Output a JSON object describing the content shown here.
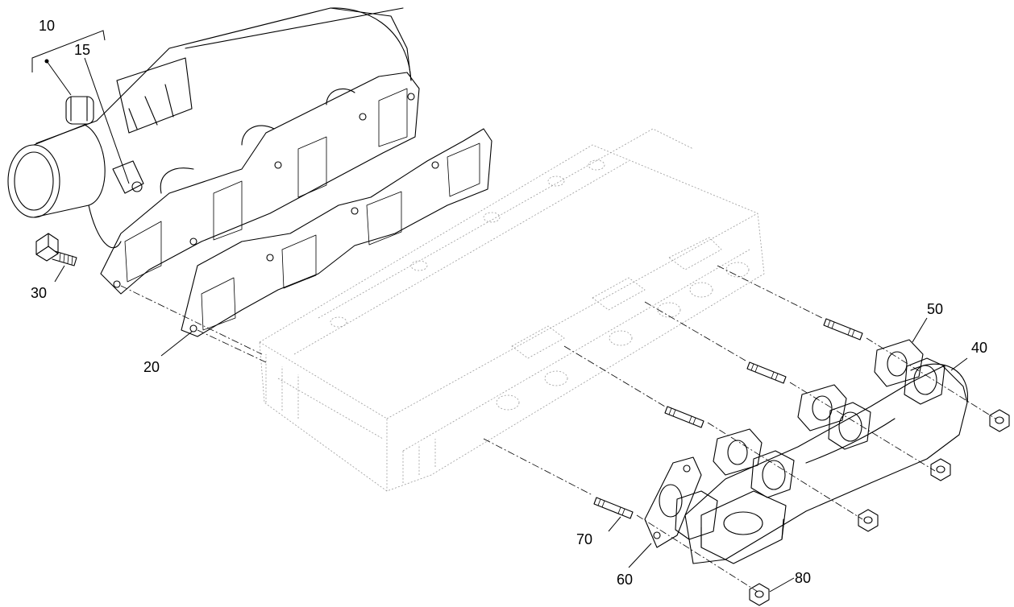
{
  "callouts": [
    {
      "id": "10",
      "label": "10"
    },
    {
      "id": "15",
      "label": "15"
    },
    {
      "id": "20",
      "label": "20"
    },
    {
      "id": "30",
      "label": "30"
    },
    {
      "id": "40",
      "label": "40"
    },
    {
      "id": "50",
      "label": "50"
    },
    {
      "id": "60",
      "label": "60"
    },
    {
      "id": "70",
      "label": "70"
    },
    {
      "id": "80",
      "label": "80"
    }
  ]
}
